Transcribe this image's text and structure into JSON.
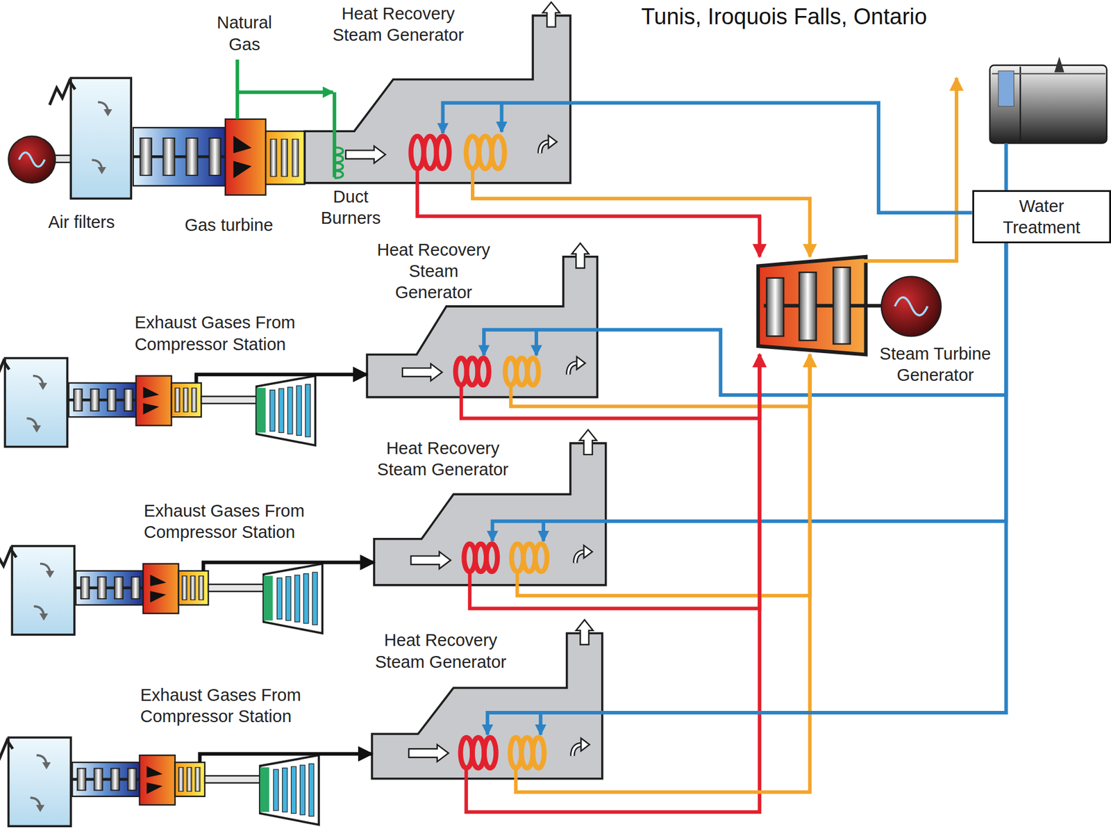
{
  "diagram": {
    "title": "Tunis, Iroquois Falls, Ontario",
    "nodes": [
      {
        "text": [
          "Air filters"
        ]
      },
      {
        "text": [
          "Gas turbine"
        ]
      },
      {
        "text": [
          "Heat Recovery Steam Generator"
        ]
      },
      {
        "text": [
          "Water Treatment"
        ]
      },
      {
        "text": [
          "Steam Turbine Generator"
        ]
      },
      {
        "text": [
          "Heat Recovery Steam Generator"
        ]
      },
      {
        "text": [
          "Heat Recovery Steam Generator"
        ]
      },
      {
        "text": [
          "Heat Recovery Steam Generator"
        ]
      }
    ],
    "edges": [
      {
        "from": 2,
        "to": 4,
        "arrow": "to"
      },
      {
        "from": 2,
        "to": 4,
        "arrow": "to"
      },
      {
        "from": 3,
        "to": 2,
        "arrow": "to"
      },
      {
        "from": 5,
        "to": 4,
        "arrow": "to"
      },
      {
        "from": 5,
        "to": 4,
        "arrow": "to"
      },
      {
        "from": 3,
        "to": 5,
        "arrow": "to"
      },
      {
        "from": 6,
        "to": 4,
        "arrow": "to"
      },
      {
        "from": 6,
        "to": 4,
        "arrow": "to"
      },
      {
        "from": 3,
        "to": 6,
        "arrow": "to"
      },
      {
        "from": 7,
        "to": 4,
        "arrow": "to"
      },
      {
        "from": 7,
        "to": 4,
        "arrow": "to"
      },
      {
        "from": 3,
        "to": 7,
        "arrow": "to"
      }
    ],
    "labels": [
      "Natural Gas",
      "Duct Burners",
      "Exhaust Gases From Compressor Station",
      "Exhaust Gases From Compressor Station",
      "Exhaust Gases From Compressor Station"
    ]
  }
}
